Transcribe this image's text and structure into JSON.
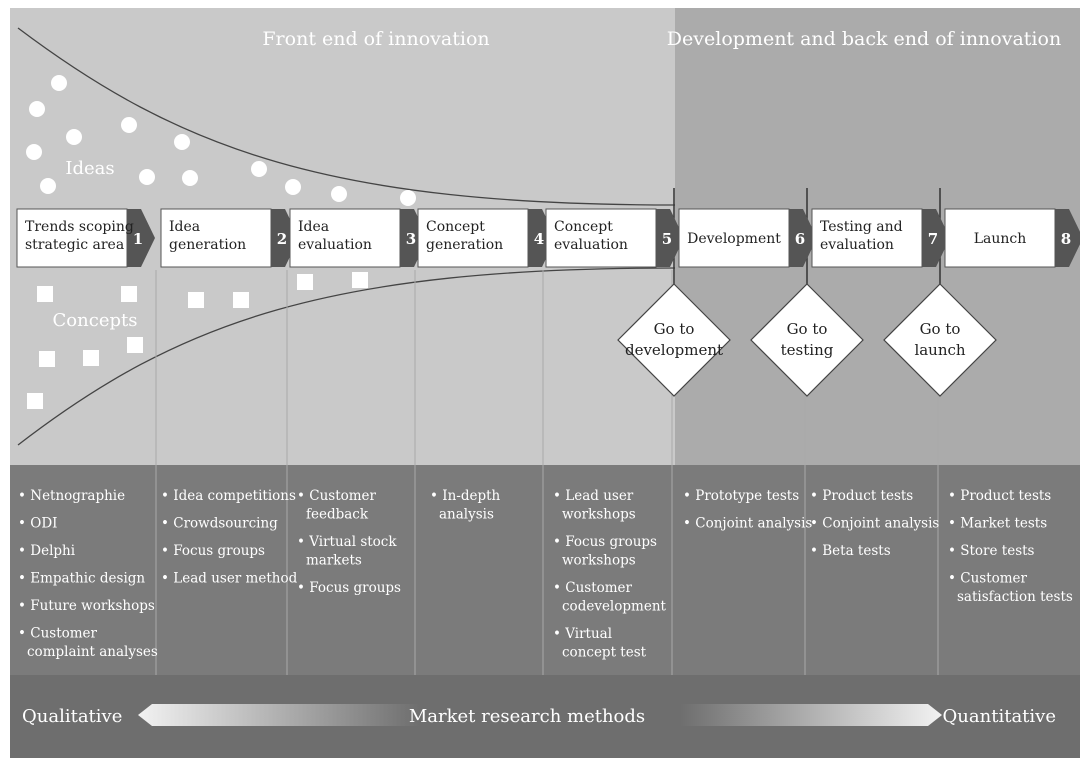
{
  "headers": {
    "front": "Front end of innovation",
    "back": "Development and back end of innovation"
  },
  "labels": {
    "ideas": "Ideas",
    "concepts": "Concepts"
  },
  "stages": [
    {
      "lines": [
        "Trends scoping",
        "strategic area"
      ],
      "num": "1"
    },
    {
      "lines": [
        "Idea",
        "generation"
      ],
      "num": "2"
    },
    {
      "lines": [
        "Idea",
        "evaluation"
      ],
      "num": "3"
    },
    {
      "lines": [
        "Concept",
        "generation"
      ],
      "num": "4"
    },
    {
      "lines": [
        "Concept",
        "evaluation"
      ],
      "num": "5"
    },
    {
      "lines": [
        "Development"
      ],
      "num": "6"
    },
    {
      "lines": [
        "Testing and",
        "evaluation"
      ],
      "num": "7"
    },
    {
      "lines": [
        "Launch"
      ],
      "num": "8"
    }
  ],
  "gates": [
    {
      "lines": [
        "Go to",
        "development"
      ]
    },
    {
      "lines": [
        "Go to",
        "testing"
      ]
    },
    {
      "lines": [
        "Go to",
        "launch"
      ]
    }
  ],
  "methods": [
    [
      [
        "Netnographie"
      ],
      [
        "ODI"
      ],
      [
        "Delphi"
      ],
      [
        "Empathic design"
      ],
      [
        "Future workshops"
      ],
      [
        "Customer",
        "complaint analyses"
      ]
    ],
    [
      [
        "Idea competitions"
      ],
      [
        "Crowdsourcing"
      ],
      [
        "Focus groups"
      ],
      [
        "Lead user method"
      ]
    ],
    [
      [
        "Customer",
        "feedback"
      ],
      [
        "Virtual stock",
        "markets"
      ],
      [
        "Focus groups"
      ]
    ],
    [
      [
        "In-depth",
        "analysis"
      ]
    ],
    [
      [
        "Lead user",
        "workshops"
      ],
      [
        "Focus groups",
        "workshops"
      ],
      [
        "Customer",
        "codevelopment"
      ],
      [
        "Virtual",
        "concept test"
      ]
    ],
    [
      [
        "Prototype tests"
      ],
      [
        "Conjoint analysis"
      ]
    ],
    [
      [
        "Product tests"
      ],
      [
        "Conjoint analysis"
      ],
      [
        "Beta tests"
      ]
    ],
    [
      [
        "Product tests"
      ],
      [
        "Market tests"
      ],
      [
        "Store tests"
      ],
      [
        "Customer",
        "satisfaction tests"
      ]
    ]
  ],
  "bottom": {
    "qualitative": "Qualitative",
    "center": "Market research methods",
    "quantitative": "Quantitative"
  },
  "colors": {
    "front_bg": "#c9c9c9",
    "back_bg": "#ababab",
    "methods_bg": "#7b7b7b",
    "bottom_bg": "#6e6e6e",
    "number_tab": "#555555"
  }
}
